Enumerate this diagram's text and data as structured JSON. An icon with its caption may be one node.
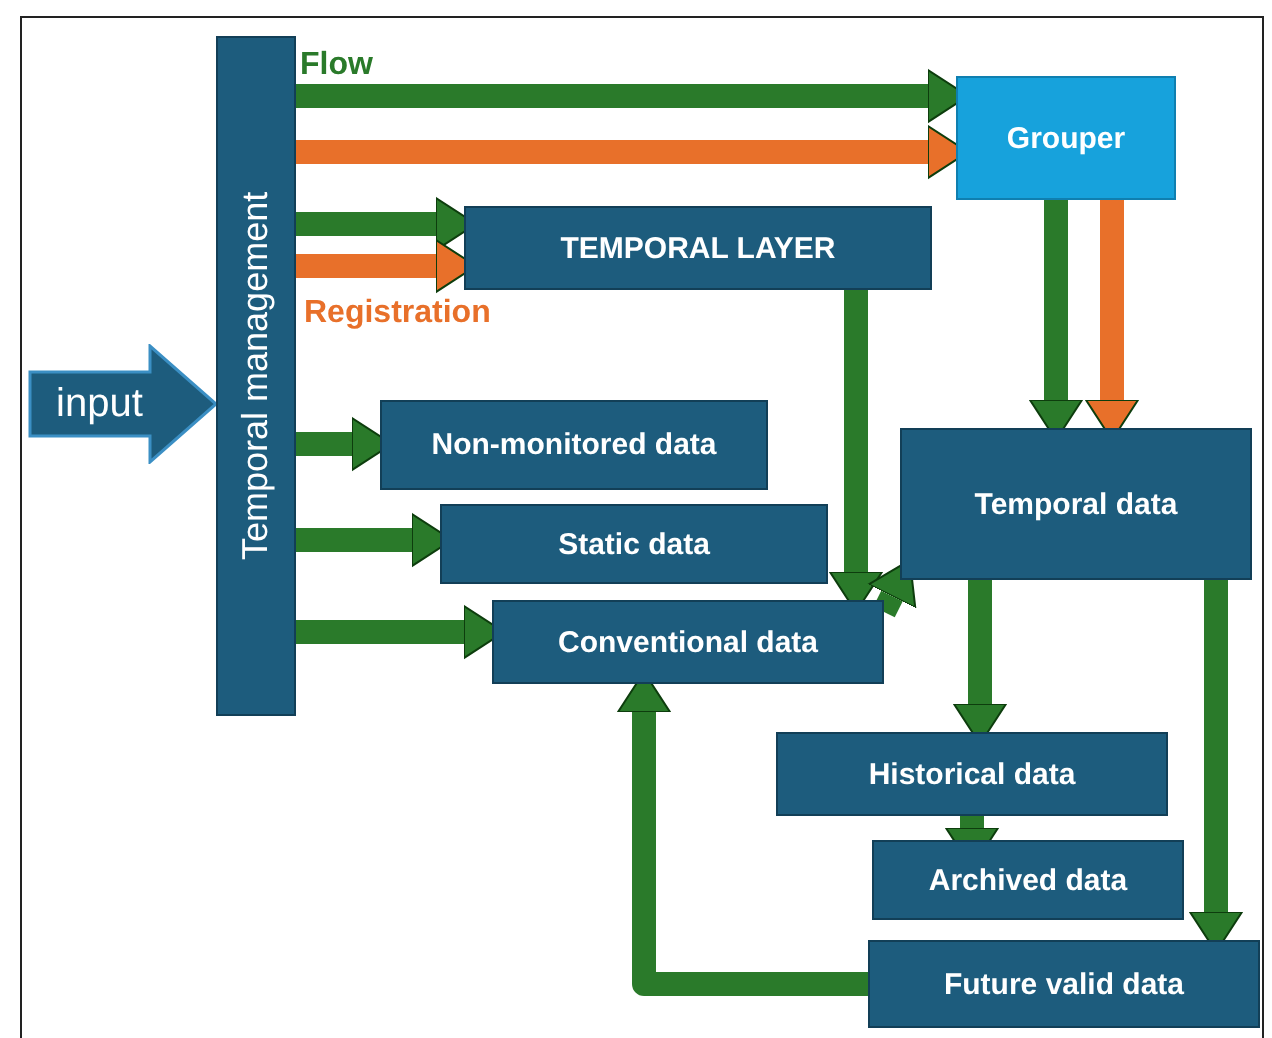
{
  "diagram": {
    "nodes": [
      {
        "text": [
          "input"
        ]
      },
      {
        "text": [
          "Temporal management"
        ]
      },
      {
        "text": [
          "Grouper"
        ]
      },
      {
        "text": [
          "TEMPORAL LAYER"
        ]
      },
      {
        "text": [
          "Non-monitored data"
        ]
      },
      {
        "text": [
          "Static data"
        ]
      },
      {
        "text": [
          "Conventional data"
        ]
      },
      {
        "text": [
          "Temporal data"
        ]
      },
      {
        "text": [
          "Historical data"
        ]
      },
      {
        "text": [
          "Archived data"
        ]
      },
      {
        "text": [
          "Future valid data"
        ]
      }
    ],
    "edges": [
      {
        "from": 1,
        "to": 2,
        "arrow": "to",
        "label": "Flow"
      },
      {
        "from": 1,
        "to": 2,
        "arrow": "to",
        "color": "#e8702a"
      },
      {
        "from": 1,
        "to": 3,
        "arrow": "to"
      },
      {
        "from": 1,
        "to": 3,
        "arrow": "to",
        "color": "#e8702a",
        "label": "Registration"
      },
      {
        "from": 1,
        "to": 4,
        "arrow": "to"
      },
      {
        "from": 1,
        "to": 5,
        "arrow": "to"
      },
      {
        "from": 1,
        "to": 6,
        "arrow": "to"
      },
      {
        "from": 2,
        "to": 7,
        "arrow": "to"
      },
      {
        "from": 2,
        "to": 7,
        "arrow": "to",
        "color": "#e8702a"
      },
      {
        "from": 3,
        "to": 6,
        "arrow": "to"
      },
      {
        "from": 6,
        "to": 7,
        "arrow": "to"
      },
      {
        "from": 7,
        "to": 8,
        "arrow": "to"
      },
      {
        "from": 8,
        "to": 9,
        "arrow": "to"
      },
      {
        "from": 7,
        "to": 10,
        "arrow": "to"
      },
      {
        "from": 10,
        "to": 6,
        "arrow": "to"
      }
    ]
  }
}
